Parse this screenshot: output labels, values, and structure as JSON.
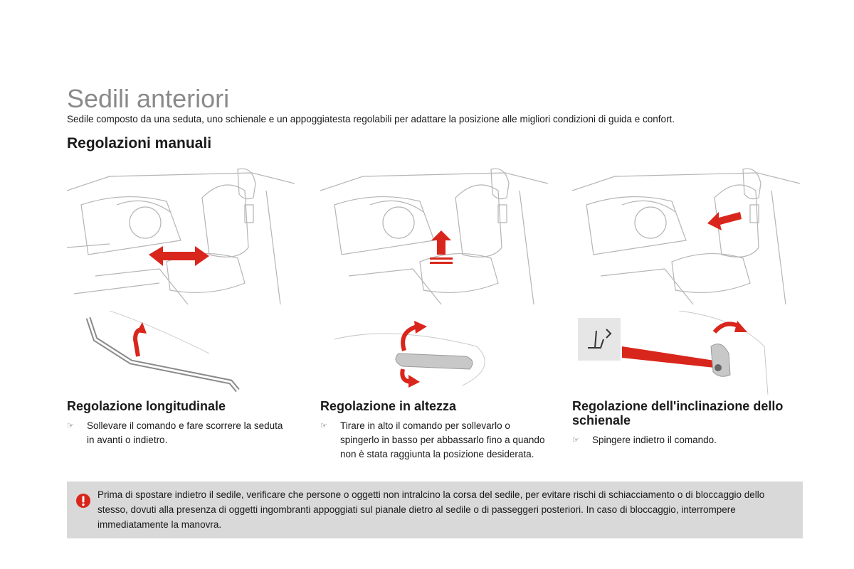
{
  "page": {
    "title": "Sedili anteriori",
    "subtitle": "Sedile composto da una seduta, uno schienale e un appoggiatesta regolabili per adattare la posizione alle migliori condizioni di guida e confort.",
    "section_heading": "Regolazioni manuali"
  },
  "columns": [
    {
      "heading": "Regolazione longitudinale",
      "bullet": "Sollevare il comando e fare scorrere la seduta in avanti o indietro."
    },
    {
      "heading": "Regolazione in altezza",
      "bullet": "Tirare in alto il comando per sollevarlo o spingerlo in basso per abbassarlo fino a quando non è stata raggiunta la posizione desiderata."
    },
    {
      "heading": "Regolazione dell'inclinazione dello schienale",
      "bullet": "Spingere indietro il comando."
    }
  ],
  "bullet_glyph": "☞",
  "warning": {
    "text": "Prima di spostare indietro il sedile, verificare che persone o oggetti non intralcino la corsa del sedile, per evitare rischi di schiacciamento o di bloccaggio dello stesso, dovuti alla presenza di oggetti ingombranti appoggiati sul pianale dietro al sedile o di passeggeri posteriori. In caso di bloccaggio, interrompere immediatamente la manovra.",
    "icon": "warning-icon"
  },
  "colors": {
    "title": "#8a8a8a",
    "accent_red": "#d9261c",
    "warning_bg": "#d9d9d9",
    "line_art": "#b5b5b5"
  }
}
